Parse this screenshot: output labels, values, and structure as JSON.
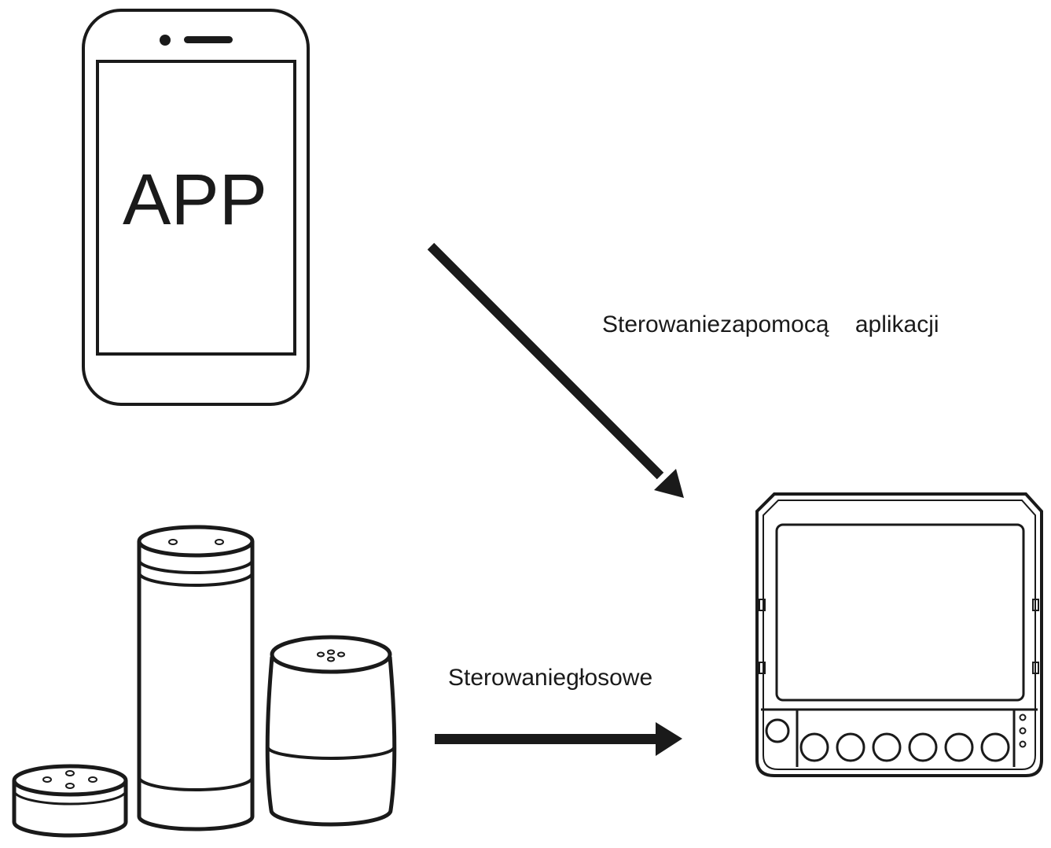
{
  "phone": {
    "screen_text": "APP",
    "icon": "smartphone-icon"
  },
  "speakers": {
    "icons": [
      "smart-speaker-puck-icon",
      "smart-speaker-tall-icon",
      "smart-speaker-dome-icon"
    ]
  },
  "controller": {
    "icon": "controller-panel-icon",
    "button_count": 6
  },
  "arrows": {
    "app_label": "Sterowaniezapomocą    aplikacji",
    "voice_label": "Sterowaniegłosowe"
  },
  "colors": {
    "stroke": "#1a1a1a",
    "background": "#ffffff"
  }
}
